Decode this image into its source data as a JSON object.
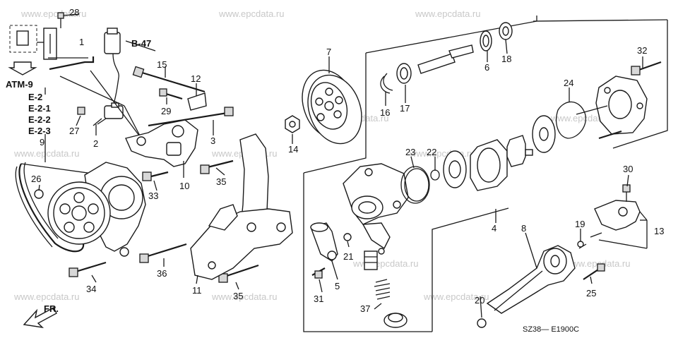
{
  "watermark": "www.epcdata.ru",
  "diagram_code": "SZ38— E1900C",
  "front_label": "FR.",
  "refs": {
    "b47": "B-47",
    "atm9": "ATM-9",
    "e2": "E-2",
    "e21": "E-2-1",
    "e22": "E-2-2",
    "e23": "E-2-3"
  },
  "callouts": {
    "c1": "1",
    "c2": "2",
    "c3": "3",
    "c4": "4",
    "c5": "5",
    "c6": "6",
    "c7": "7",
    "c8": "8",
    "c9": "9",
    "c10": "10",
    "c11": "11",
    "c12": "12",
    "c13": "13",
    "c14": "14",
    "c15": "15",
    "c16": "16",
    "c17": "17",
    "c18": "18",
    "c19": "19",
    "c20": "20",
    "c21": "21",
    "c22": "22",
    "c23": "23",
    "c24": "24",
    "c25": "25",
    "c26": "26",
    "c27": "27",
    "c28": "28",
    "c29": "29",
    "c30": "30",
    "c31": "31",
    "c32": "32",
    "c33": "33",
    "c34": "34",
    "c35a": "35",
    "c35b": "35",
    "c36": "36",
    "c37": "37"
  },
  "colors": {
    "line": "#1a1a1a",
    "watermark": "#c8c8c8",
    "background": "#ffffff"
  }
}
